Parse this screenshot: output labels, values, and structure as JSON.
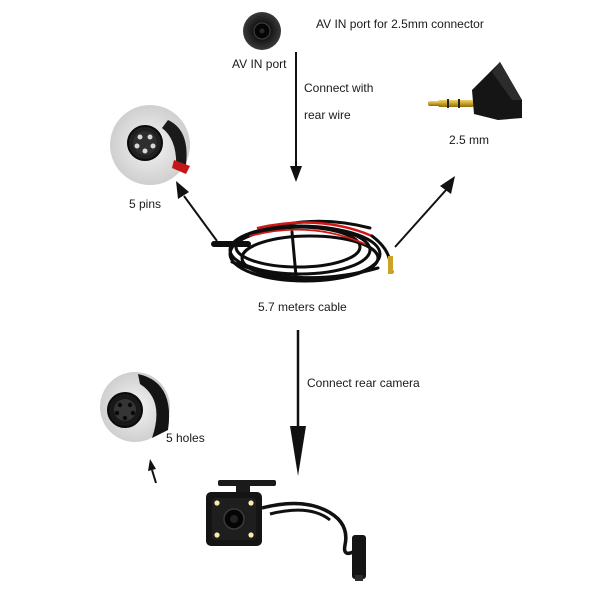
{
  "labels": {
    "av_in_port": "AV IN port",
    "av_in_port_desc": "AV IN port for 2.5mm connector",
    "connect_rear_wire_line1": "Connect with",
    "connect_rear_wire_line2": "rear wire",
    "jack_size": "2.5 mm",
    "pins": "5 pins",
    "cable": "5.7 meters cable",
    "connect_rear_camera": "Connect rear camera",
    "holes": "5 holes"
  },
  "colors": {
    "cable": "#0d0d0d",
    "red_wire": "#d01818",
    "gold": "#c9a227",
    "arrow": "#111111"
  },
  "icons": [
    "av-port-icon",
    "jack-2-5mm-icon",
    "five-pin-connector-icon",
    "five-hole-connector-icon",
    "cable-coil-icon",
    "rear-camera-icon"
  ]
}
